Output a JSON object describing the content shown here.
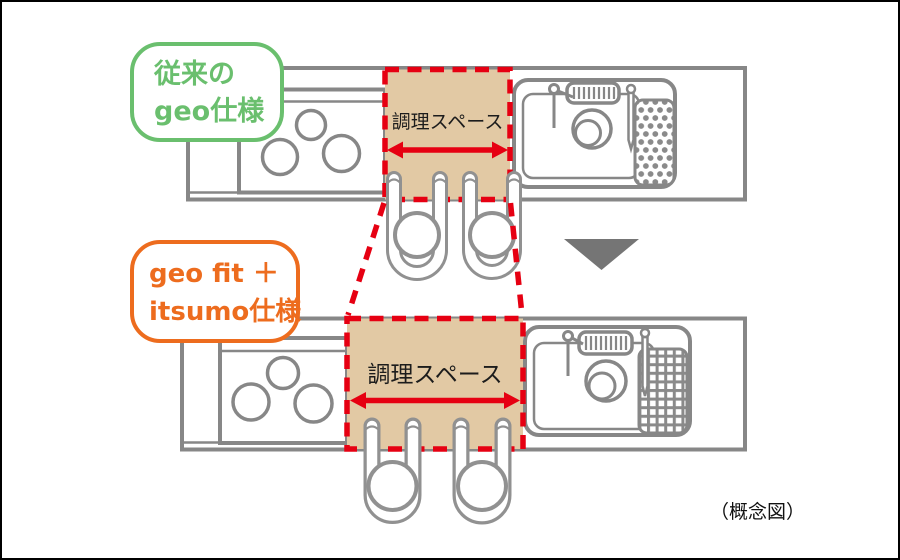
{
  "labels": {
    "conventional": {
      "line1": "従来の",
      "line2": "geo仕様"
    },
    "new_spec": {
      "line1": "geo fit ＋",
      "line2": "itsumo仕様"
    }
  },
  "cooking_space": {
    "top_label": "調理スペース",
    "bottom_label": "調理スペース"
  },
  "caption": "（概念図）",
  "icons": {
    "cooktop": "three-burner-cooktop-plan",
    "sink": "kitchen-sink-plan",
    "hands": "two-hands-plan-view",
    "width_arrow": "red-double-headed-arrow",
    "down_arrow": "gray-triangle-down",
    "expansion_lines": "red-dashed-expansion-lines"
  },
  "colors": {
    "green": "#6abf6e",
    "orange": "#ed6c1e",
    "red": "#e60012",
    "tan": "#e2c9a4",
    "gray": "#878787",
    "hand_gray": "#919191",
    "arrow_gray": "#757575",
    "ink": "#1c1c1c"
  }
}
